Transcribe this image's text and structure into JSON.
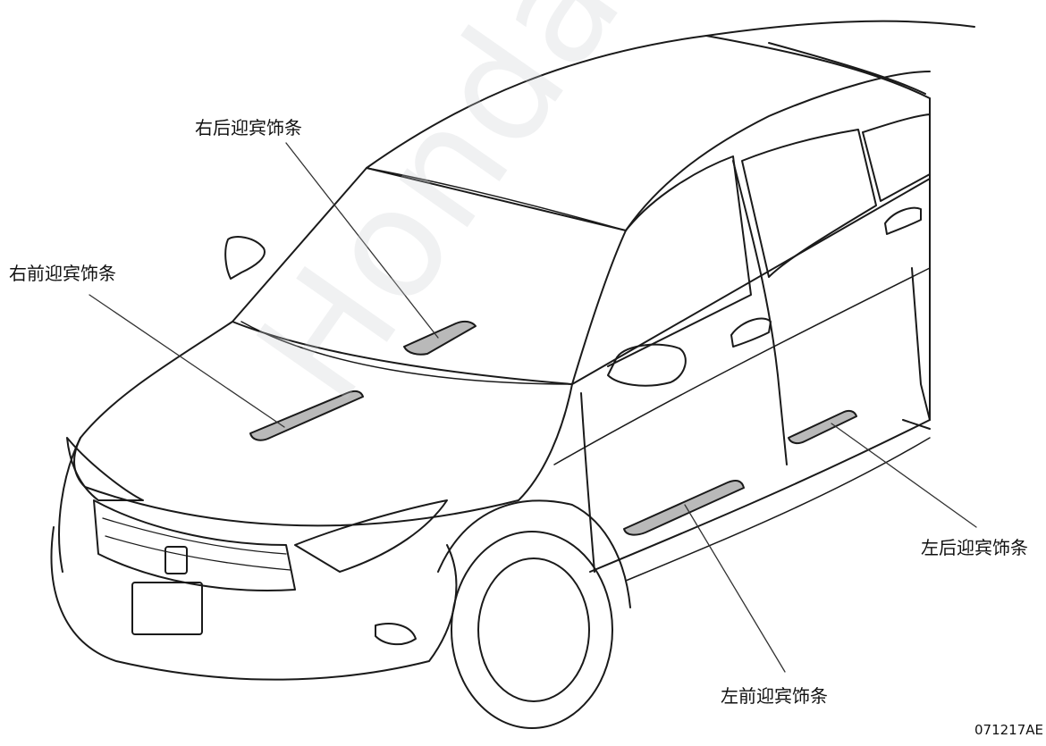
{
  "labels": {
    "right_rear": "右后迎宾饰条",
    "right_front": "右前迎宾饰条",
    "left_rear": "左后迎宾饰条",
    "left_front": "左前迎宾饰条"
  },
  "figure_code": "071217AE",
  "watermark": "Honda Access",
  "colors": {
    "line": "#1a1a1a",
    "strip_fill": "#b9b9b9",
    "leader": "#333333"
  }
}
